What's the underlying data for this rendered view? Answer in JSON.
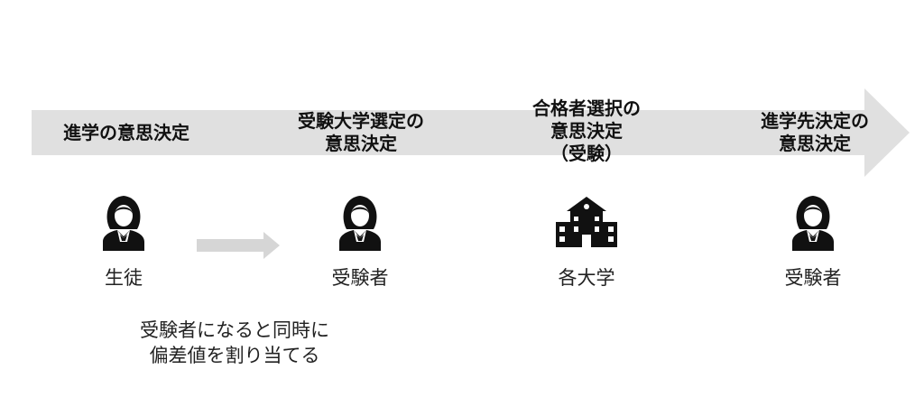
{
  "colors": {
    "main_arrow": "#e0e0e0",
    "small_arrow": "#d6d6d6",
    "icon": "#111111"
  },
  "stages": [
    {
      "lines": [
        "進学の意思決定"
      ]
    },
    {
      "lines": [
        "受験大学選定の",
        "意思決定"
      ]
    },
    {
      "lines": [
        "合格者選択の",
        "意思決定",
        "（受験）"
      ]
    },
    {
      "lines": [
        "進学先決定の",
        "意思決定"
      ]
    }
  ],
  "roles": [
    {
      "label": "生徒",
      "icon": "student-icon"
    },
    {
      "label": "受験者",
      "icon": "student-icon"
    },
    {
      "label": "各大学",
      "icon": "university-building-icon"
    },
    {
      "label": "受験者",
      "icon": "student-icon"
    }
  ],
  "note": {
    "lines": [
      "受験者になると同時に",
      "偏差値を割り当てる"
    ]
  }
}
